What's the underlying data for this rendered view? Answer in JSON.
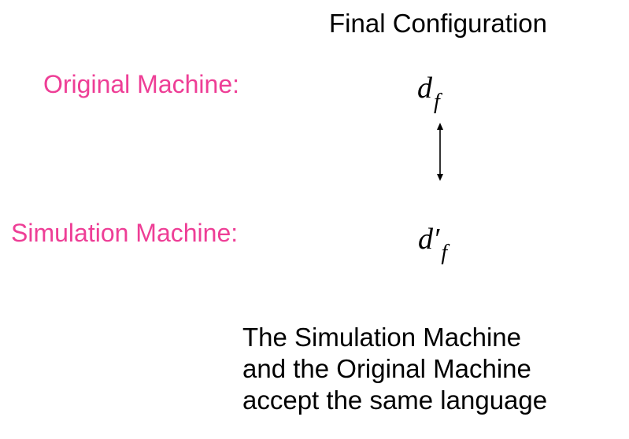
{
  "heading": "Final Configuration",
  "original": {
    "label": "Original Machine:",
    "symbol": "d",
    "subscript": "f"
  },
  "simulation": {
    "label": "Simulation Machine:",
    "symbol": "d′",
    "subscript": "f"
  },
  "conclusion": {
    "lines": [
      "The Simulation Machine",
      "and the Original Machine",
      "accept the same language"
    ]
  },
  "colors": {
    "label_magenta": "#ee3e96",
    "text": "#000000",
    "background": "#ffffff"
  }
}
